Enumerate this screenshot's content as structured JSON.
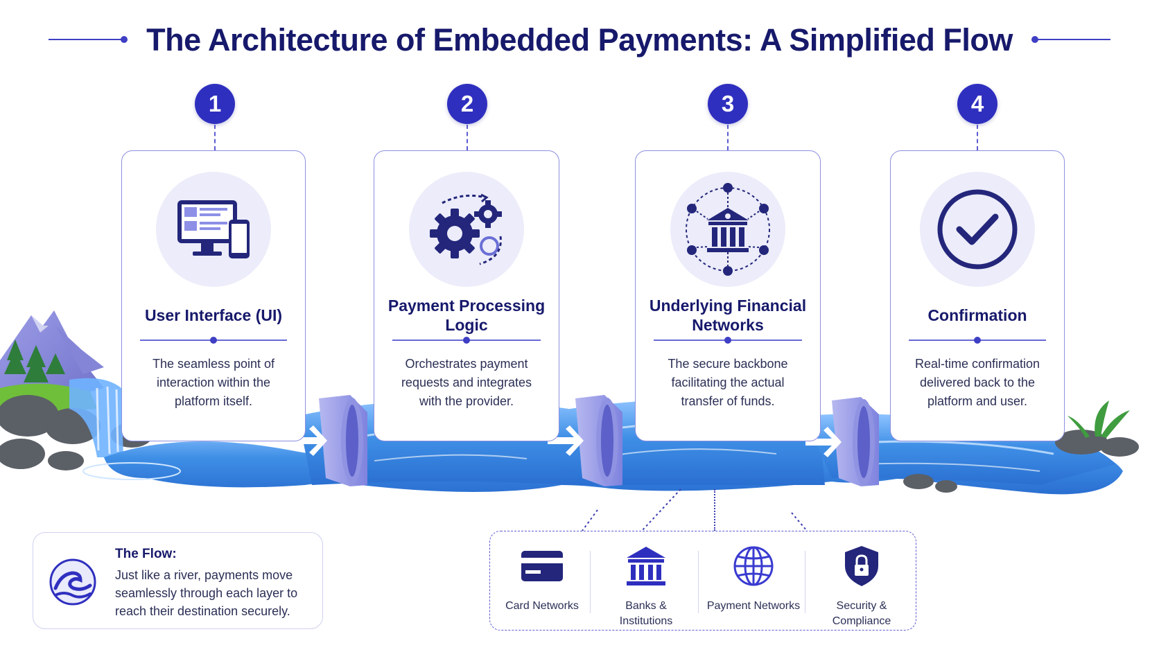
{
  "title": "The Architecture of Embedded Payments: A Simplified Flow",
  "colors": {
    "primary": "#2f2fbf",
    "navy": "#17196b",
    "card_border": "#8c8fe0",
    "icon_bg": "#ececfa",
    "water": "#3f8fe6"
  },
  "steps": [
    {
      "number": "1",
      "title": "User Interface (UI)",
      "description": "The seamless point of interaction within the platform itself.",
      "icon": "monitor-phone-icon"
    },
    {
      "number": "2",
      "title": "Payment Processing Logic",
      "description": "Orchestrates payment requests and integrates with the provider.",
      "icon": "gears-icon"
    },
    {
      "number": "3",
      "title": "Underlying Financial Networks",
      "description": "The secure backbone facilitating the actual transfer of funds.",
      "icon": "bank-network-icon"
    },
    {
      "number": "4",
      "title": "Confirmation",
      "description": "Real-time confirmation delivered back to the platform and user.",
      "icon": "checkmark-icon"
    }
  ],
  "flow": {
    "title": "The Flow:",
    "text": "Just like a river, payments move seamlessly through each layer to reach their destination securely.",
    "icon": "wave-icon"
  },
  "networks": [
    {
      "label": "Card Networks",
      "icon": "credit-card-icon"
    },
    {
      "label": "Banks & Institutions",
      "icon": "bank-icon"
    },
    {
      "label": "Payment Networks",
      "icon": "globe-icon"
    },
    {
      "label": "Security & Compliance",
      "icon": "shield-lock-icon"
    }
  ]
}
